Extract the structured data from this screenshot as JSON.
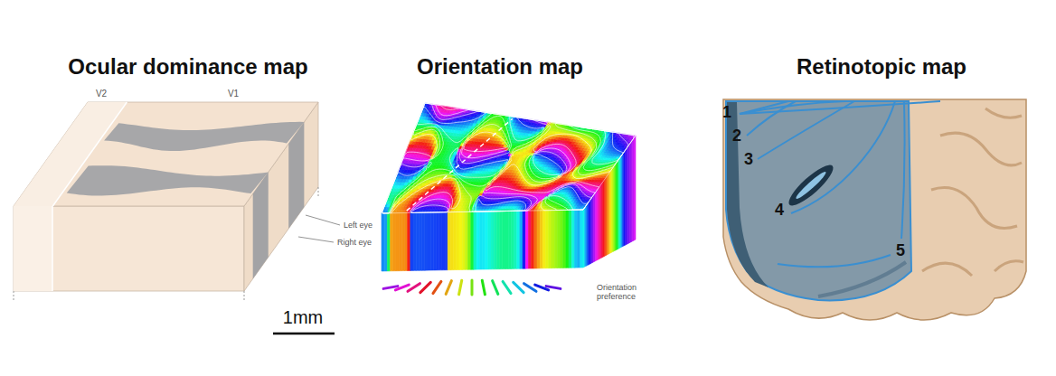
{
  "diagram": {
    "labels": [
      "Ocular dominance map",
      "V2",
      "V1",
      "Left eye",
      "Right eye",
      "Orientation map",
      "Orientation preference",
      "1mm",
      "Retinotopic map",
      "1",
      "2",
      "3",
      "4",
      "5"
    ]
  }
}
